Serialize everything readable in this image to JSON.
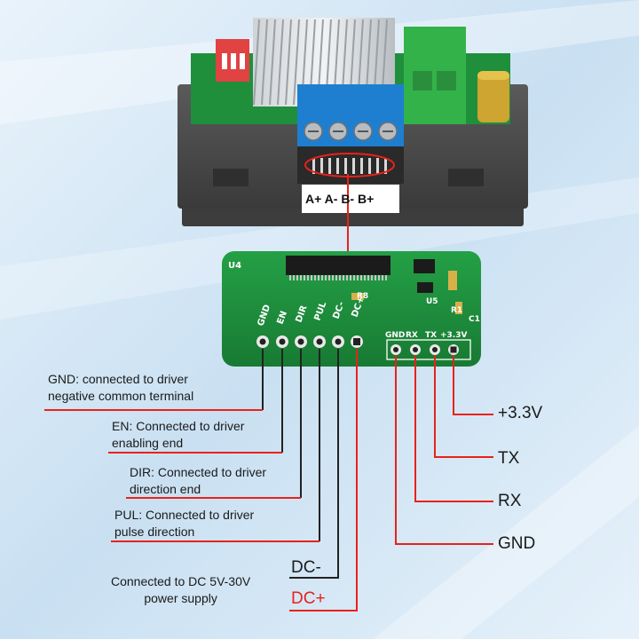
{
  "colors": {
    "background": "#cfe3f3",
    "pcb": "#1f8f3c",
    "wire_red": "#e8221a",
    "wire_black": "#222222",
    "case": "#4a4a4a",
    "terminal_blue": "#1e7fd0",
    "terminal_green": "#33b24a"
  },
  "module": {
    "terminal_label": "A+ A- B- B+"
  },
  "board": {
    "chip_label": "U4",
    "left_header_pins": [
      "GND",
      "EN",
      "DIR",
      "PUL",
      "DC-",
      "DC+"
    ],
    "right_header_pins": [
      "GND",
      "RX",
      "TX",
      "+3.3V"
    ],
    "component_labels": [
      "R8",
      "U5",
      "R1",
      "C1"
    ]
  },
  "callouts_left": [
    {
      "lines": [
        "GND: connected to driver",
        "negative common terminal"
      ]
    },
    {
      "lines": [
        "EN: Connected to driver",
        "enabling end"
      ]
    },
    {
      "lines": [
        "DIR: Connected to driver",
        "direction end"
      ]
    },
    {
      "lines": [
        "PUL: Connected to driver",
        "pulse direction"
      ]
    },
    {
      "lines": [
        "Connected to DC 5V-30V",
        "power supply"
      ]
    }
  ],
  "power_wires": {
    "dc_minus": "DC-",
    "dc_plus": "DC+"
  },
  "callouts_right": [
    "+3.3V",
    "TX",
    "RX",
    "GND"
  ]
}
